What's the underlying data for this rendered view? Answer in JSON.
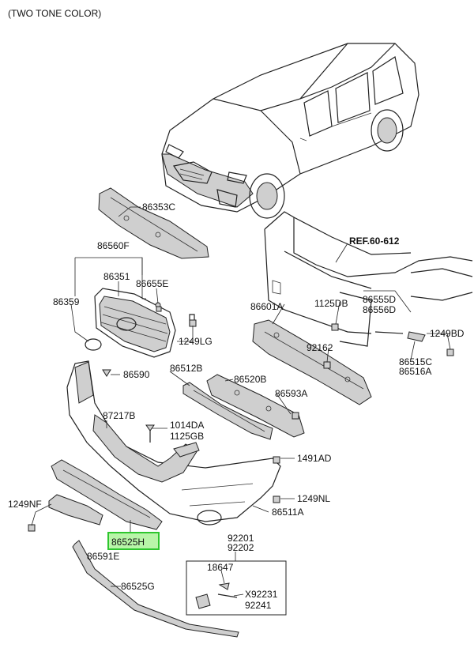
{
  "header_note": "(TWO TONE COLOR)",
  "labels": {
    "p86353C": "86353C",
    "p86560F": "86560F",
    "p86351": "86351",
    "p86655E": "86655E",
    "p86359": "86359",
    "p1249LG": "1249LG",
    "p86590": "86590",
    "p86512B": "86512B",
    "p86520B": "86520B",
    "p86593A": "86593A",
    "p87217B": "87217B",
    "p1014DA": "1014DA",
    "p1125GB": "1125GB",
    "p1491AD": "1491AD",
    "p1249NL": "1249NL",
    "p86511A": "86511A",
    "p1249NF": "1249NF",
    "p86525H": "86525H",
    "p86591E": "86591E",
    "p86525G": "86525G",
    "p92201": "92201",
    "p92202": "92202",
    "p18647": "18647",
    "pX92231": "X92231",
    "p92241": "92241",
    "ref": "REF.60-612",
    "p86601A": "86601A",
    "p1125DB": "1125DB",
    "p86555D": "86555D",
    "p86556D": "86556D",
    "p92162": "92162",
    "p1249BD": "1249BD",
    "p86515C": "86515C",
    "p86516A": "86516A"
  },
  "selected_part": "86525H",
  "colors": {
    "highlight_fill": "#b8f5a8",
    "highlight_border": "#2ec62e",
    "line": "#222222",
    "part_fill": "#cfcfcf"
  }
}
